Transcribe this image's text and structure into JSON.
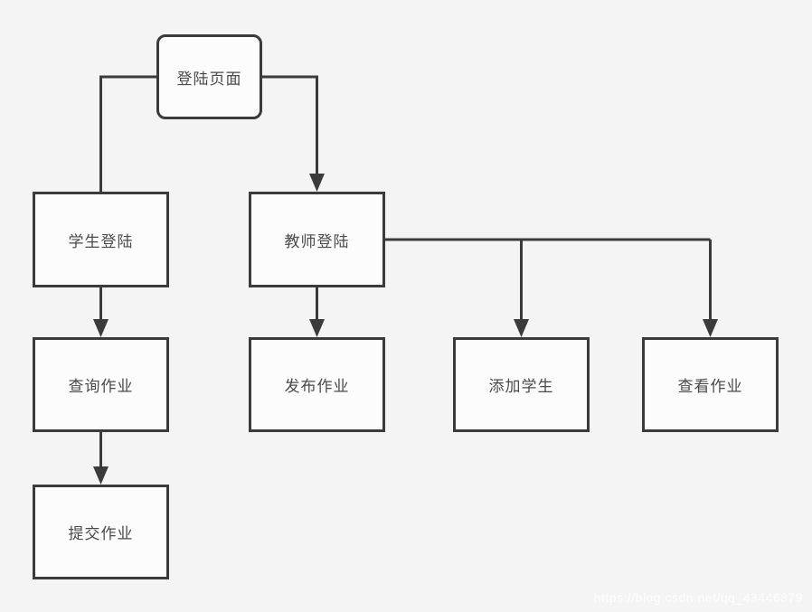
{
  "diagram": {
    "type": "flowchart",
    "nodes": [
      {
        "id": "login-page",
        "label": "登陆页面",
        "shape": "rounded-rect"
      },
      {
        "id": "student-login",
        "label": "学生登陆",
        "shape": "rect"
      },
      {
        "id": "teacher-login",
        "label": "教师登陆",
        "shape": "rect"
      },
      {
        "id": "query-homework",
        "label": "查询作业",
        "shape": "rect"
      },
      {
        "id": "submit-homework",
        "label": "提交作业",
        "shape": "rect"
      },
      {
        "id": "publish-homework",
        "label": "发布作业",
        "shape": "rect"
      },
      {
        "id": "add-student",
        "label": "添加学生",
        "shape": "rect"
      },
      {
        "id": "view-homework",
        "label": "查看作业",
        "shape": "rect"
      }
    ],
    "edges": [
      {
        "from": "login-page",
        "to": "student-login",
        "arrowhead": false
      },
      {
        "from": "login-page",
        "to": "teacher-login",
        "arrowhead": true
      },
      {
        "from": "student-login",
        "to": "query-homework",
        "arrowhead": true
      },
      {
        "from": "query-homework",
        "to": "submit-homework",
        "arrowhead": true
      },
      {
        "from": "teacher-login",
        "to": "publish-homework",
        "arrowhead": true
      },
      {
        "from": "teacher-login",
        "to": "add-student",
        "arrowhead": true
      },
      {
        "from": "teacher-login",
        "to": "view-homework",
        "arrowhead": true
      }
    ],
    "colors": {
      "background": "#f4f4f5",
      "node_fill": "#fcfcfd",
      "node_border": "#3b3b3b",
      "line": "#3b3b3b",
      "text": "#4a4a4a"
    }
  },
  "watermark": {
    "text": "https://blog.csdn.net/qq_43446879"
  }
}
